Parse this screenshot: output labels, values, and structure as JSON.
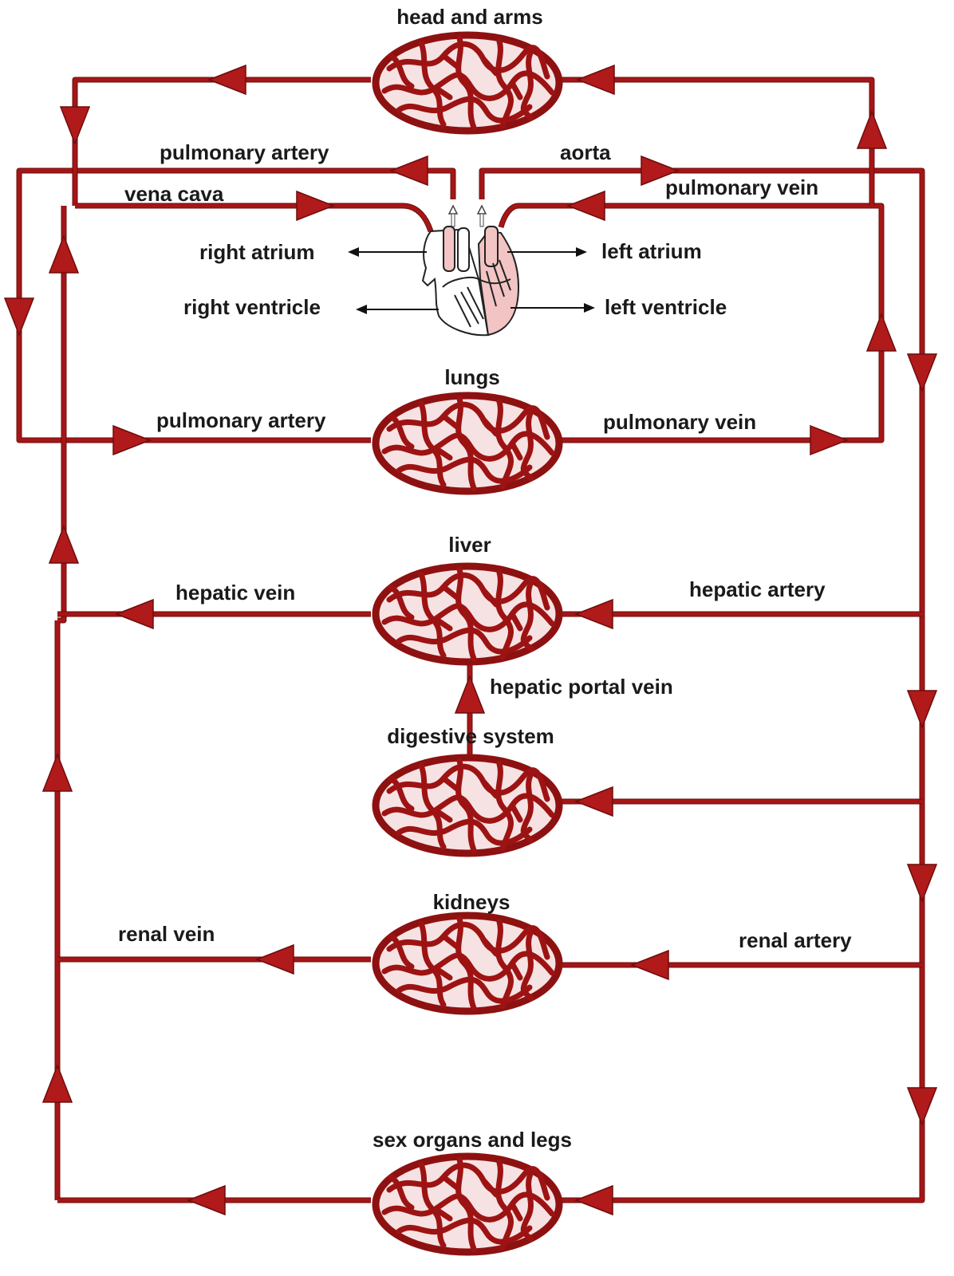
{
  "diagram": {
    "beds": [
      {
        "id": "head",
        "label": "head and arms"
      },
      {
        "id": "lungs",
        "label": "lungs"
      },
      {
        "id": "liver",
        "label": "liver"
      },
      {
        "id": "digestive",
        "label": "digestive system"
      },
      {
        "id": "kidneys",
        "label": "kidneys"
      },
      {
        "id": "legs",
        "label": "sex organs and legs"
      }
    ],
    "heart_parts": {
      "right_atrium": "right atrium",
      "right_ventricle": "right ventricle",
      "left_atrium": "left atrium",
      "left_ventricle": "left ventricle"
    },
    "vessels": {
      "pulmonary_artery_top": "pulmonary artery",
      "aorta": "aorta",
      "vena_cava": "vena cava",
      "pulmonary_vein_top": "pulmonary vein",
      "pulmonary_artery_lungs": "pulmonary artery",
      "pulmonary_vein_lungs": "pulmonary vein",
      "hepatic_vein": "hepatic vein",
      "hepatic_artery": "hepatic artery",
      "hepatic_portal_vein": "hepatic portal vein",
      "renal_vein": "renal vein",
      "renal_artery": "renal artery"
    },
    "colors": {
      "vessel": "#a51616",
      "heart_left": "#f3c4c4",
      "heart_right": "#ffffff",
      "text": "#1a1a1a"
    }
  }
}
